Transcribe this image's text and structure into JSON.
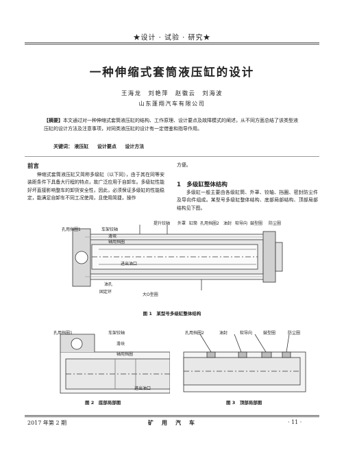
{
  "header": {
    "section": "★设计 · 试验 · 研究★"
  },
  "paper": {
    "title": "一种伸缩式套筒液压缸的设计",
    "authors": "王海龙　刘艳萍　赵徽云　刘海波",
    "affiliation": "山东蓬翔汽车有限公司",
    "abstract_label": "【摘要】",
    "abstract_text": "本文通过对一种伸缩式套筒液压缸的结构、工作原理、设计要点及故障模式的阐述，从不同方面总结了该类型液压缸的设计方法及注意事项，对同类液压缸的设计有一定借鉴和指导作用。",
    "keywords_label": "关键词：",
    "keywords": [
      "液压缸",
      "设计要点",
      "设计方法"
    ]
  },
  "preface": {
    "heading": "前言",
    "text": "伸缩式套筒液压缸又简称多级缸（以下同），由于其在同等安装距条件下具备大行程的特点，故广泛应用于自卸车。多级缸性能好坏直接影响整车的卸货安全性，因此，必须保证多级缸的性能稳定，能满足自卸车不同工况使用，且使用简捷，操作",
    "continued": "方便。"
  },
  "section1": {
    "heading": "1　多级缸整体结构",
    "text": "多级缸一般主要由各级缸筒、外罩、铰轴、挡圈、密封防尘件及导向件组成。某型号多级缸整体结构、底部局部结构、顶部局部结构见下图。"
  },
  "figure1": {
    "caption": "图 1　某型号多级缸整体结构",
    "labels": {
      "kongyong1": "孔用挡圈1",
      "chejia": "车架铰轴",
      "huakuai": "滑块",
      "zhouyong": "轴用挡圈",
      "tishen": "提升铰轴",
      "waizhao": "外罩",
      "ganggong": "缸筒",
      "kongyong2": "孔用挡圈2",
      "youfeng": "油封",
      "ruandaoxiang": "软导向",
      "guxing": "鼓型圈",
      "fangchen": "防尘圈",
      "jinchuyou": "进出油口",
      "youkong": "油孔",
      "gudinghuan": "固定环",
      "da_o": "大O型圈"
    }
  },
  "figure2": {
    "caption": "图 2　底部局部图",
    "labels": {
      "kongyong1": "孔用挡圈1",
      "chejia": "车架铰轴",
      "huakuai": "滑块",
      "zhouyong": "轴用挡圈",
      "jinchuyou": "进出油口"
    }
  },
  "figure3": {
    "caption": "图 3　顶部局部图",
    "labels": {
      "kongyong2": "孔用挡圈2",
      "youfeng": "油封",
      "ruandaoxiang": "软导向",
      "guxing": "鼓型圈",
      "fangchen": "防尘圈"
    }
  },
  "footer": {
    "issue": "2017 年第 2 期",
    "journal": "矿　用　汽　车",
    "page": "· 11 ·"
  }
}
